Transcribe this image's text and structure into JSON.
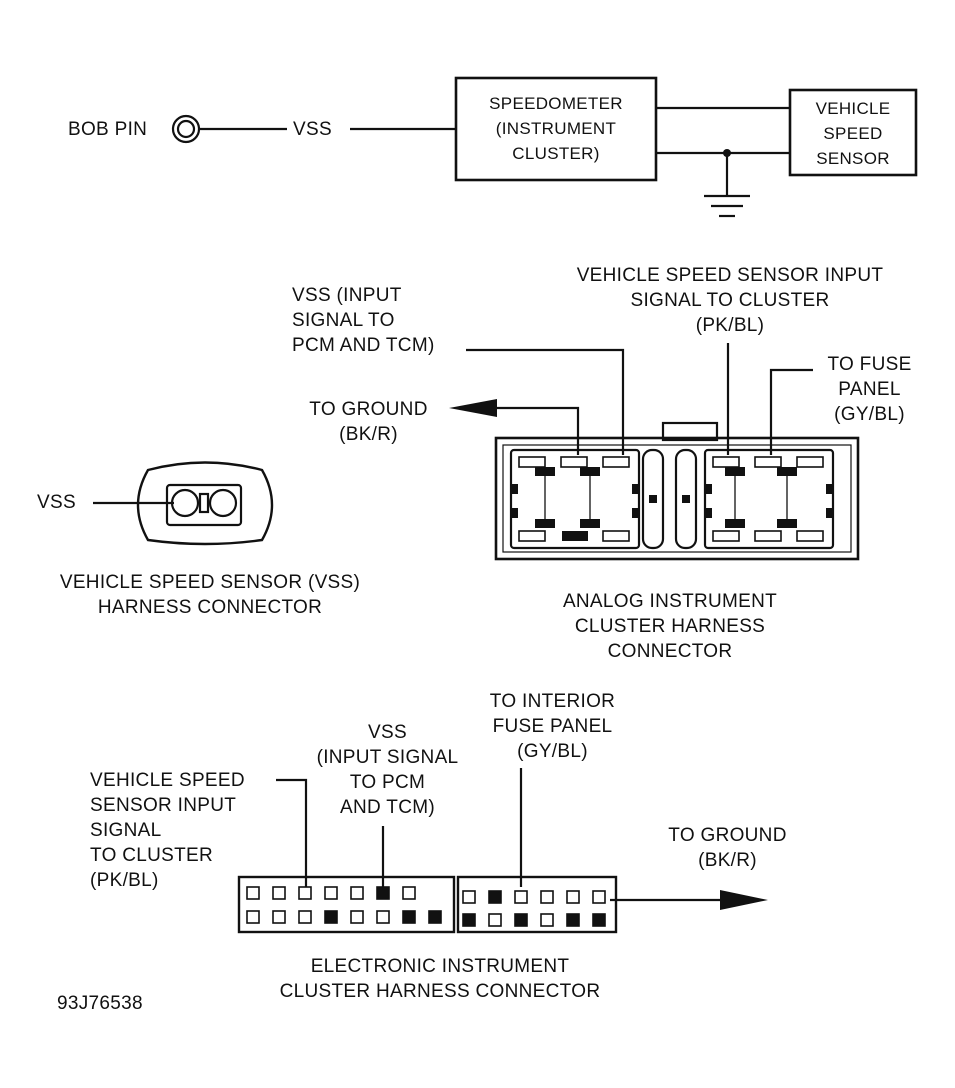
{
  "top_schematic": {
    "bob_pin_label": "BOB PIN",
    "vss_label": "VSS",
    "speedometer_lines": [
      "SPEEDOMETER",
      "(INSTRUMENT",
      "CLUSTER)"
    ],
    "sensor_lines": [
      "VEHICLE",
      "SPEED",
      "SENSOR"
    ]
  },
  "vss_connector": {
    "pin_label": "VSS",
    "caption_lines": [
      "VEHICLE SPEED SENSOR (VSS)",
      "HARNESS CONNECTOR"
    ]
  },
  "analog_connector": {
    "vss_callout_lines": [
      "VSS (INPUT",
      "SIGNAL TO",
      "PCM AND TCM)"
    ],
    "sensor_input_lines": [
      "VEHICLE SPEED SENSOR INPUT",
      "SIGNAL TO CLUSTER",
      "(PK/BL)"
    ],
    "fuse_lines": [
      "TO FUSE",
      "PANEL",
      "(GY/BL)"
    ],
    "ground_lines": [
      "TO GROUND",
      "(BK/R)"
    ],
    "caption_lines": [
      "ANALOG INSTRUMENT",
      "CLUSTER HARNESS",
      "CONNECTOR"
    ]
  },
  "electronic_connector": {
    "sensor_input_lines": [
      "VEHICLE SPEED",
      "SENSOR INPUT",
      "SIGNAL",
      "TO CLUSTER",
      "(PK/BL)"
    ],
    "vss_lines": [
      "VSS",
      "(INPUT SIGNAL",
      "TO PCM",
      "AND TCM)"
    ],
    "fuse_lines": [
      "TO INTERIOR",
      "FUSE PANEL",
      "(GY/BL)"
    ],
    "ground_lines": [
      "TO GROUND",
      "(BK/R)"
    ],
    "caption_lines": [
      "ELECTRONIC INSTRUMENT",
      "CLUSTER HARNESS CONNECTOR"
    ],
    "pin_fill": {
      "left_top": [
        "open",
        "open",
        "open",
        "open",
        "open",
        "filled",
        "open"
      ],
      "left_bottom": [
        "open",
        "open",
        "open",
        "filled",
        "open",
        "open",
        "filled",
        "filled"
      ],
      "right_top": [
        "open",
        "filled",
        "open",
        "open",
        "open",
        "open"
      ],
      "right_bottom": [
        "filled",
        "open",
        "filled",
        "open",
        "filled",
        "filled"
      ]
    }
  },
  "figure_id": "93J76538"
}
